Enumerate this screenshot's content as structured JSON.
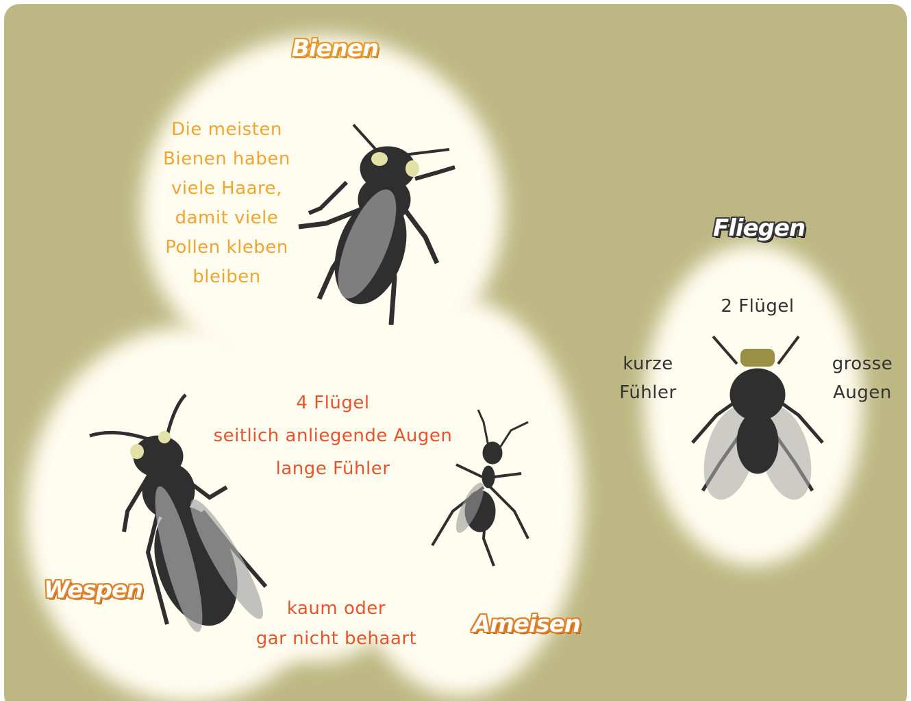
{
  "titles": {
    "bees": "Bienen",
    "flies": "Fliegen",
    "wasps": "Wespen",
    "ants": "Ameisen"
  },
  "bees_note": [
    "Die meisten",
    "Bienen haben",
    "viele Haare,",
    "damit viele",
    "Pollen kleben",
    "bleiben"
  ],
  "shared_traits": [
    "4 Flügel",
    "seitlich anliegende Augen",
    "lange Fühler"
  ],
  "hair_note": [
    "kaum oder",
    "gar nicht behaart"
  ],
  "fly": {
    "wings": "2 Flügel",
    "antennae": [
      "kurze",
      "Fühler"
    ],
    "eyes": [
      "grosse",
      "Augen"
    ]
  },
  "colors": {
    "background": "#bdb883",
    "bubble": "#fffdf0",
    "orange_text": "#f0a531",
    "red_text": "#e8532a",
    "insect": "#2f2f2f",
    "fly_eyes": "#9a8f44"
  },
  "insects": [
    "bee-icon",
    "wasp-icon",
    "ant-icon",
    "fly-icon"
  ]
}
